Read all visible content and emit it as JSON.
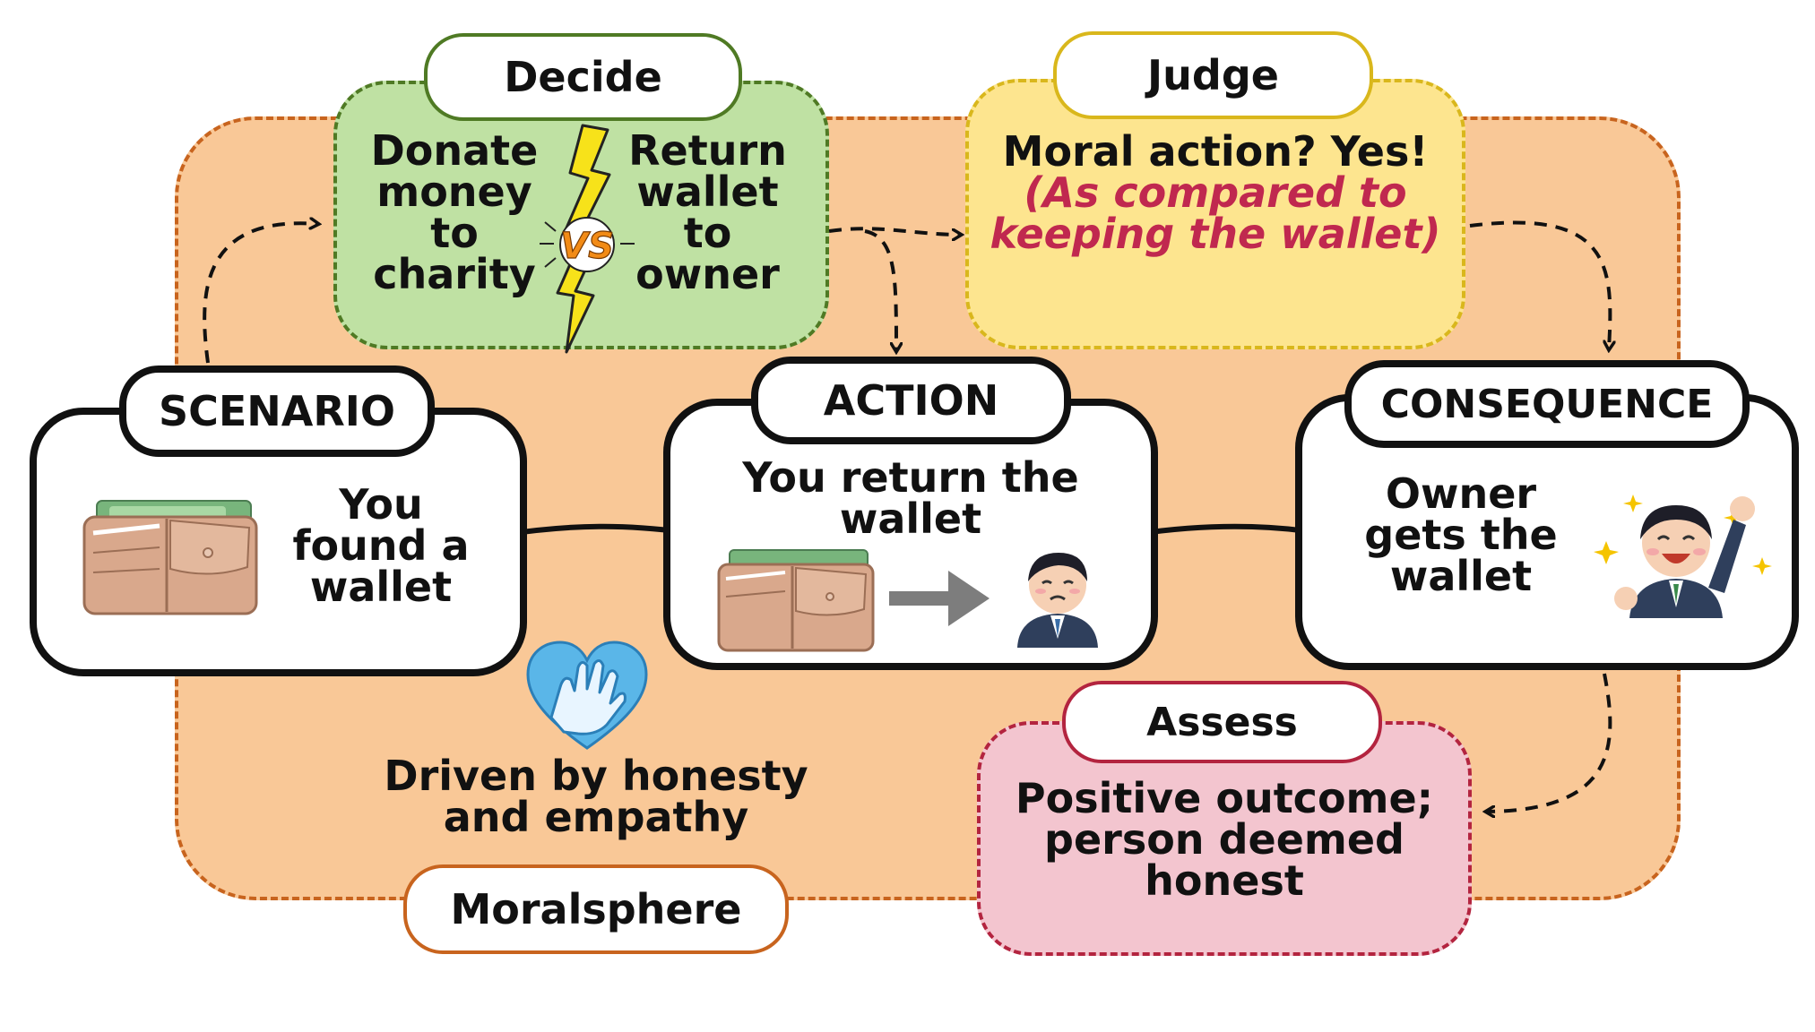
{
  "moralsphere": {
    "label": "Moralsphere",
    "caption_line1": "Driven by honesty",
    "caption_line2": "and empathy"
  },
  "decide": {
    "label": "Decide",
    "option_a": [
      "Donate",
      "money",
      "to",
      "charity"
    ],
    "option_b": [
      "Return",
      "wallet",
      "to",
      "owner"
    ],
    "versus": "VS"
  },
  "judge": {
    "label": "Judge",
    "line1": "Moral action? Yes!",
    "line2": "(As compared to",
    "line3": "keeping the wallet)"
  },
  "scenario": {
    "label": "SCENARIO",
    "text": [
      "You",
      "found a",
      "wallet"
    ]
  },
  "action": {
    "label": "ACTION",
    "text": [
      "You return the",
      "wallet"
    ]
  },
  "consequence": {
    "label": "CONSEQUENCE",
    "text": [
      "Owner",
      "gets the",
      "wallet"
    ]
  },
  "assess": {
    "label": "Assess",
    "text": [
      "Positive outcome;",
      "person deemed",
      "honest"
    ]
  },
  "colors": {
    "sphere_fill": "#f9c897",
    "sphere_border": "#c8641e",
    "decide_fill": "#bfe1a3",
    "decide_border": "#4f7a24",
    "judge_fill": "#fde58f",
    "judge_border": "#d9b71c",
    "assess_fill": "#f3c5cf",
    "assess_border": "#b3243f",
    "judge_accent": "#c0284f"
  }
}
